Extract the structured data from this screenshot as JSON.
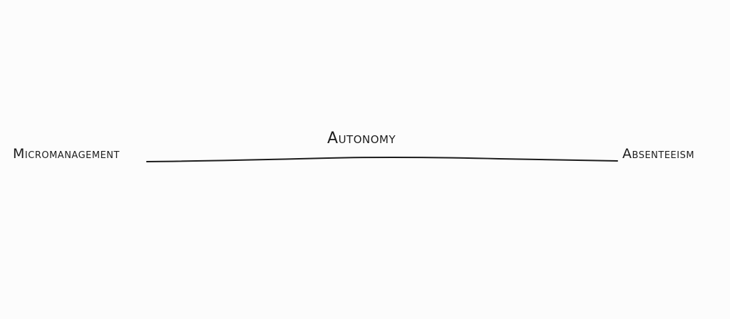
{
  "spectrum": {
    "left_label": "Micromanagement",
    "center_label": "Autonomy",
    "right_label": "Absenteeism"
  },
  "colors": {
    "ink": "#1c1c1c",
    "background": "#fcfcfc"
  }
}
